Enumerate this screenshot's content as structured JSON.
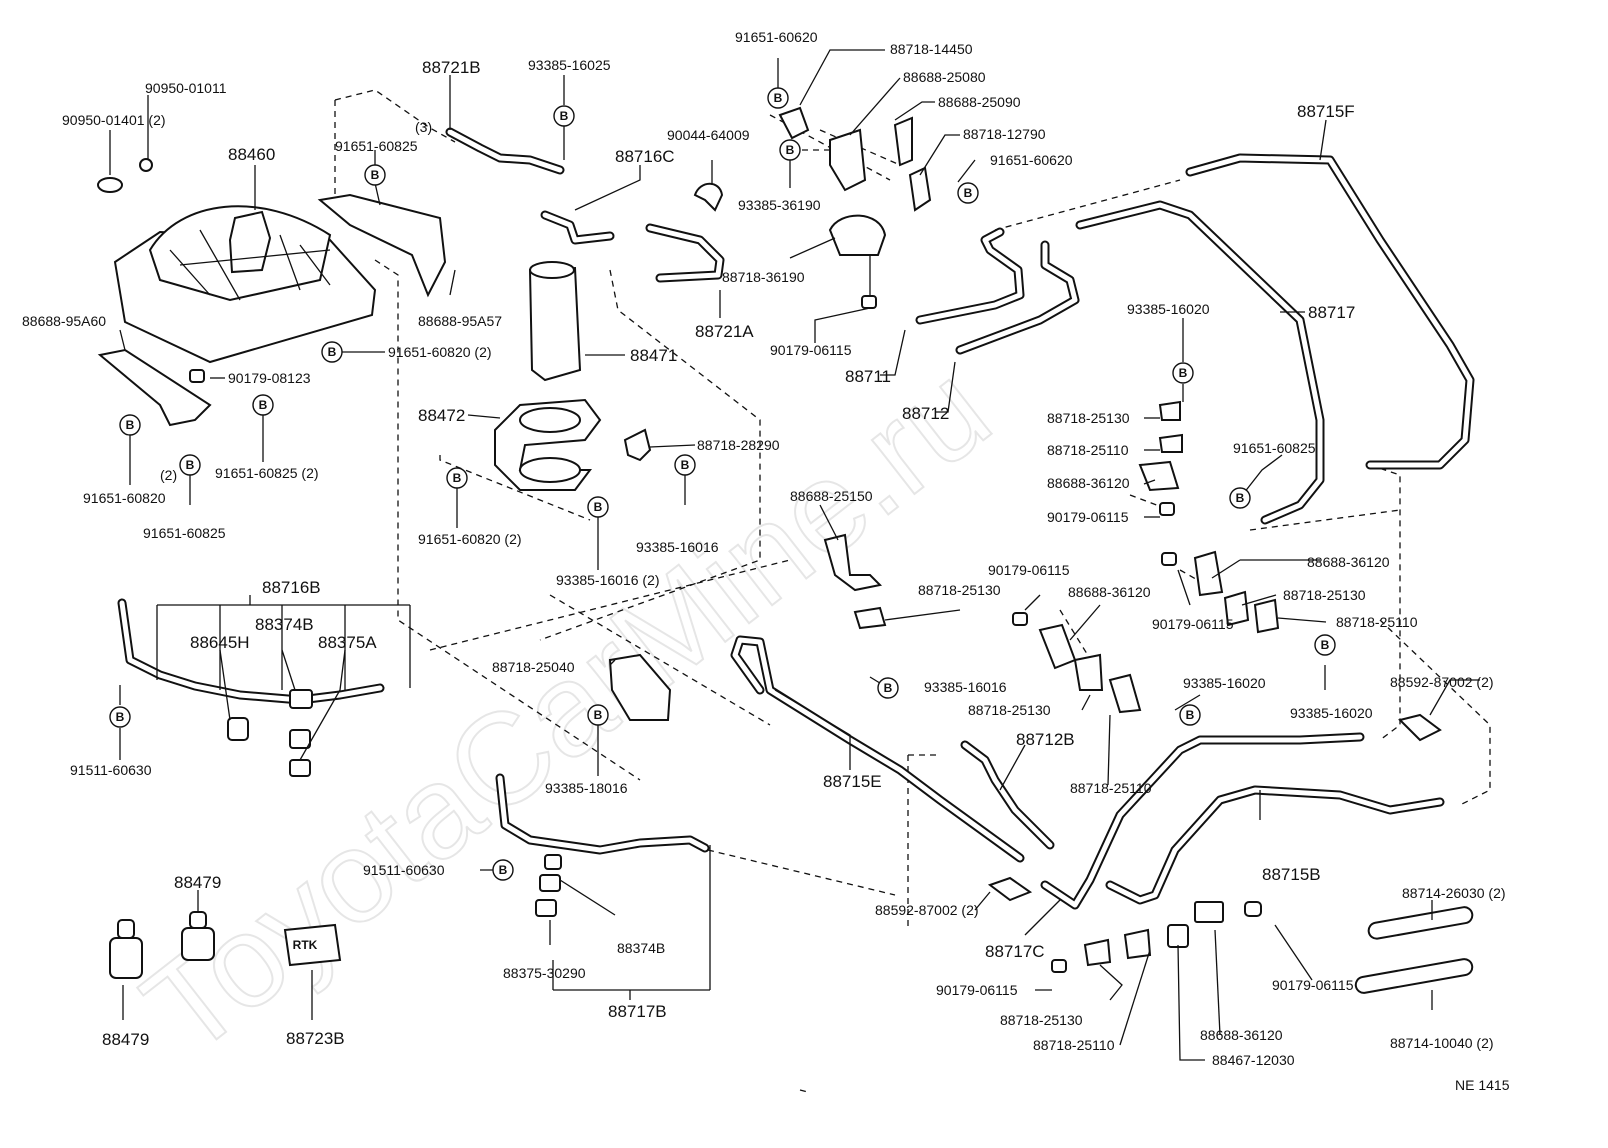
{
  "watermark": "ToyotaCarMine.ru",
  "diagram_code": "NE 1415",
  "bolt_marker": "B",
  "labels": {
    "p88721b": "88721B",
    "p93385_16025": "93385-16025",
    "p91651_60620_top": "91651-60620",
    "p88718_14450": "88718-14450",
    "p88688_25080": "88688-25080",
    "p88688_25090": "88688-25090",
    "p88718_12790": "88718-12790",
    "p91651_60620_r": "91651-60620",
    "p93385_36190": "93385-36190",
    "p90044_64009": "90044-64009",
    "p88716c": "88716C",
    "p90950_01011": "90950-01011",
    "p90950_01401": "90950-01401 (2)",
    "p88460": "88460",
    "p3": "(3)",
    "p91651_60825_a": "91651-60825",
    "p88688_95a57": "88688-95A57",
    "p88688_95a60": "88688-95A60",
    "p91651_60820_2a": "91651-60820 (2)",
    "p90179_08123": "90179-08123",
    "p91651_60825_2": "91651-60825 (2)",
    "p2": "(2)",
    "p91651_60820_a": "91651-60820",
    "p91651_60825_b": "91651-60825",
    "p88721a": "88721A",
    "p88471": "88471",
    "p88472": "88472",
    "p88718_28290": "88718-28290",
    "p91651_60820_2b": "91651-60820 (2)",
    "p93385_16016_a": "93385-16016",
    "p93385_16016_2": "93385-16016 (2)",
    "p88715f": "88715F",
    "p88718_36190": "88718-36190",
    "p90179_06115_a": "90179-06115",
    "p88711": "88711",
    "p88712": "88712",
    "p93385_16020_a": "93385-16020",
    "p88717": "88717",
    "p88718_25130_a": "88718-25130",
    "p88718_25110_a": "88718-25110",
    "p91651_60825_c": "91651-60825",
    "p88688_36120_a": "88688-36120",
    "p90179_06115_b": "90179-06115",
    "p88716b": "88716B",
    "p88374b_a": "88374B",
    "p88645h": "88645H",
    "p88375a": "88375A",
    "p91511_60630_a": "91511-60630",
    "p88688_25150": "88688-25150",
    "p88718_25130_b": "88718-25130",
    "p90179_06115_c": "90179-06115",
    "p88688_36120_b": "88688-36120",
    "p88688_36120_c": "88688-36120",
    "p88718_25130_c": "88718-25130",
    "p90179_06115_d": "90179-06115",
    "p88718_25110_b": "88718-25110",
    "p88718_25040": "88718-25040",
    "p93385_18016": "93385-18016",
    "p93385_16016_b": "93385-16016",
    "p88718_25130_d": "88718-25130",
    "p93385_16020_b": "93385-16020",
    "p93385_16020_c": "93385-16020",
    "p88592_87002_a": "88592-87002 (2)",
    "p88712b": "88712B",
    "p88718_25110_c": "88718-25110",
    "p88715e": "88715E",
    "p88715b": "88715B",
    "p91511_60630_b": "91511-60630",
    "p88592_87002_b": "88592-87002 (2)",
    "p88717c": "88717C",
    "p88714_26030": "88714-26030 (2)",
    "p88479_a": "88479",
    "p88374b_b": "88374B",
    "p88375_30290": "88375-30290",
    "p88717b": "88717B",
    "p90179_06115_e": "90179-06115",
    "p90179_06115_f": "90179-06115",
    "p88718_25130_e": "88718-25130",
    "p88718_25110_d": "88718-25110",
    "p88688_36120_d": "88688-36120",
    "p88467_12030": "88467-12030",
    "p88714_10040": "88714-10040 (2)",
    "p88479_b": "88479",
    "p88723b": "88723B",
    "label_rtk": "RTK"
  }
}
